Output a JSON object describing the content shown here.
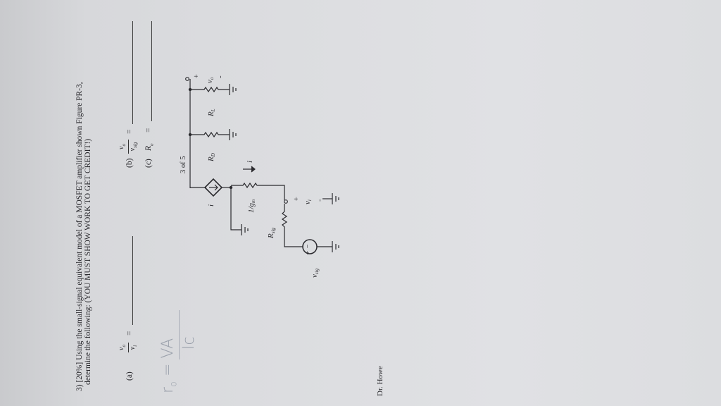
{
  "problem": {
    "line1": "3) [20%] Using the small-signal equivalent model of a MOSFET amplifier shown Figure PR-3,",
    "line2": "determine the following: (YOU MUST SHOW WORK TO GET CREDIT!)"
  },
  "parts": {
    "a": {
      "label": "(a)",
      "num": "v",
      "num_sub": "o",
      "den": "v",
      "den_sub": "i",
      "eq": "="
    },
    "b": {
      "label": "(b)",
      "num": "v",
      "num_sub": "o",
      "den": "v",
      "den_sub": "sig",
      "eq": "="
    },
    "c": {
      "label": "(c)",
      "sym": "R",
      "sym_sub": "o",
      "eq": "="
    }
  },
  "handwriting": {
    "lhs": "r",
    "lhs_sub": "o",
    "eq": "=",
    "num": "VA",
    "den": "Ic"
  },
  "circuit": {
    "RL": "R",
    "RL_sub": "L",
    "RD": "R",
    "RD_sub": "D",
    "dep_source": "i",
    "current": "i",
    "gm_res": "1/g",
    "gm_res_sub": "m",
    "Rsig": "R",
    "Rsig_sub": "sig",
    "vsig": "v",
    "vsig_sub": "sig",
    "vo_plus": "+",
    "vo": "v",
    "vo_sub": "o",
    "vo_minus": "-",
    "vi_plus": "+",
    "vi": "v",
    "vi_sub": "i",
    "vi_minus": "-",
    "src_plus": "+",
    "src_minus": "−"
  },
  "footer": {
    "page": "3 of 5",
    "author": "Dr. Howe"
  }
}
